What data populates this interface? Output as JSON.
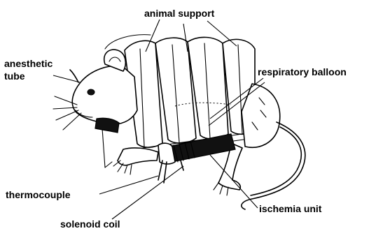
{
  "labels": {
    "animal_support": "animal support",
    "anesthetic_tube_line1": "anesthetic",
    "anesthetic_tube_line2": "tube",
    "respiratory_balloon": "respiratory balloon",
    "thermocouple": "thermocouple",
    "ischemia_unit": "ischemia unit",
    "solenoid_coil": "solenoid coil"
  },
  "colors": {
    "ink": "#000000",
    "background": "#ffffff",
    "device_dark": "#111111"
  }
}
